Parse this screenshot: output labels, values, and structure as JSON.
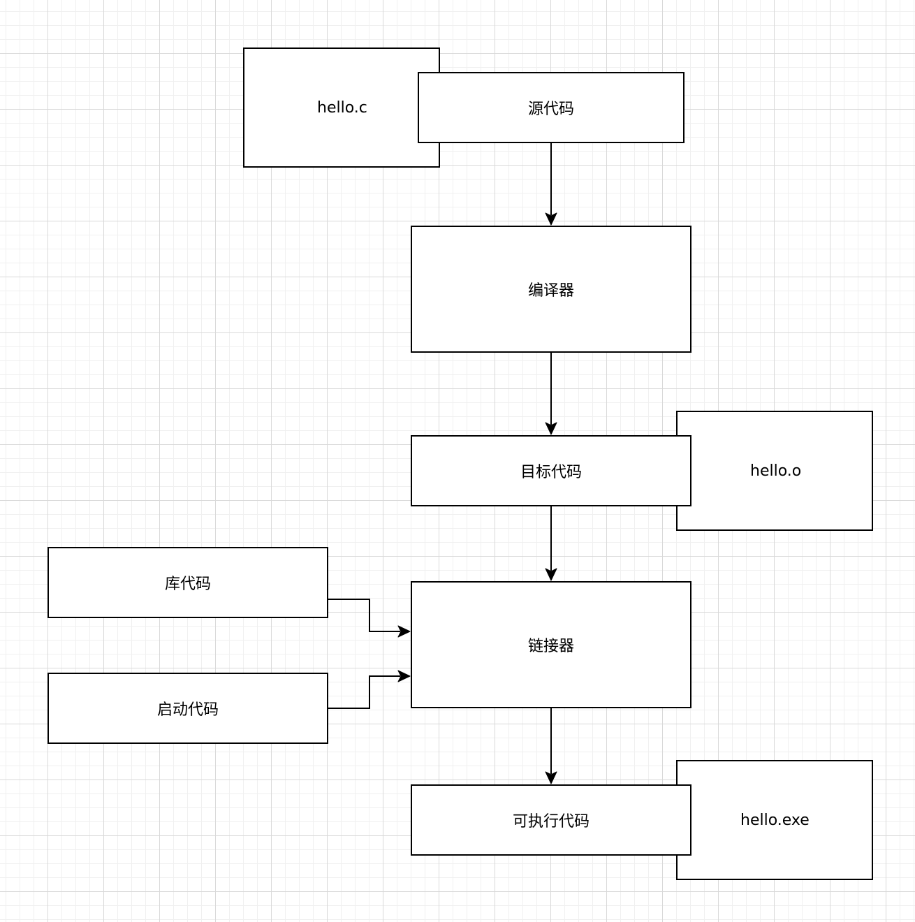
{
  "diagram": {
    "nodes": {
      "hello_c": "hello.c",
      "source_code": "源代码",
      "compiler": "编译器",
      "object_code": "目标代码",
      "hello_o": "hello.o",
      "library_code": "库代码",
      "startup_code": "启动代码",
      "linker": "链接器",
      "executable_code": "可执行代码",
      "hello_exe": "hello.exe"
    },
    "edges": [
      {
        "from": "source_code",
        "to": "compiler"
      },
      {
        "from": "compiler",
        "to": "object_code"
      },
      {
        "from": "object_code",
        "to": "linker"
      },
      {
        "from": "library_code",
        "to": "linker"
      },
      {
        "from": "startup_code",
        "to": "linker"
      },
      {
        "from": "linker",
        "to": "executable_code"
      }
    ]
  }
}
